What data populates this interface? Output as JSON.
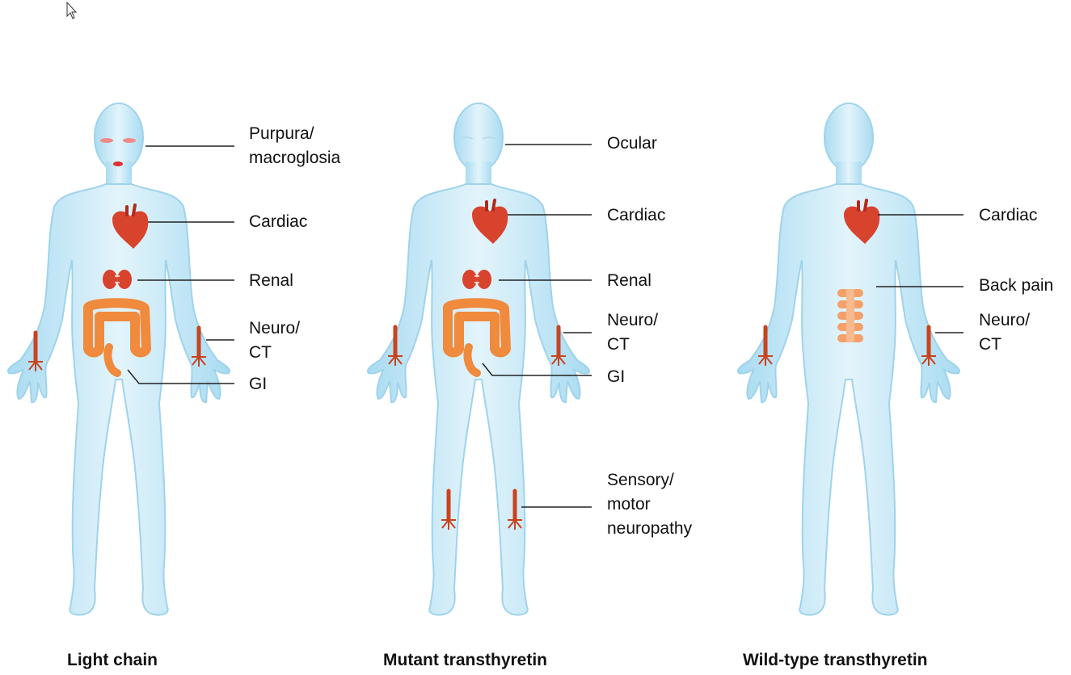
{
  "panels": [
    {
      "caption": "Light chain",
      "labels": {
        "purpura": "Purpura/\nmacroglosia",
        "cardiac": "Cardiac",
        "renal": "Renal",
        "neuro": "Neuro/\nCT",
        "gi": "GI"
      }
    },
    {
      "caption": "Mutant transthyretin",
      "labels": {
        "ocular": "Ocular",
        "cardiac": "Cardiac",
        "renal": "Renal",
        "neuro": "Neuro/\nCT",
        "gi": "GI",
        "sensory": "Sensory/\nmotor\nneuropathy"
      }
    },
    {
      "caption": "Wild-type transthyretin",
      "labels": {
        "cardiac": "Cardiac",
        "back_pain": "Back pain",
        "neuro": "Neuro/\nCT"
      }
    }
  ],
  "colors": {
    "body_fill": "#cdeaf7",
    "body_outline": "#9fd3ec",
    "organ_red": "#d8432e",
    "intestine_orange": "#f08a3c",
    "spine_orange": "#f4a06a",
    "leader_line": "#222222"
  }
}
